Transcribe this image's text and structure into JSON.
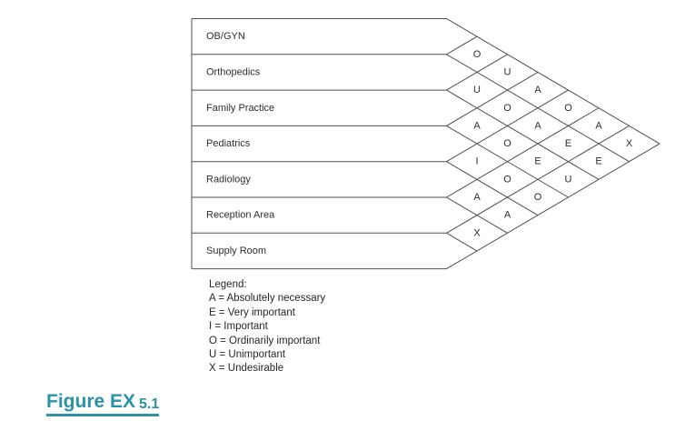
{
  "chart_data": {
    "type": "relationship-diagram",
    "description": "Activity relationship chart (Muther REL chart) of clinic departments",
    "departments": [
      "OB/GYN",
      "Orthopedics",
      "Family Practice",
      "Pediatrics",
      "Radiology",
      "Reception Area",
      "Supply Room"
    ],
    "relationships": [
      {
        "a": "OB/GYN",
        "b": "Orthopedics",
        "value": "O"
      },
      {
        "a": "OB/GYN",
        "b": "Family Practice",
        "value": "U"
      },
      {
        "a": "OB/GYN",
        "b": "Pediatrics",
        "value": "A"
      },
      {
        "a": "OB/GYN",
        "b": "Radiology",
        "value": "O"
      },
      {
        "a": "OB/GYN",
        "b": "Reception Area",
        "value": "A"
      },
      {
        "a": "OB/GYN",
        "b": "Supply Room",
        "value": "X"
      },
      {
        "a": "Orthopedics",
        "b": "Family Practice",
        "value": "U"
      },
      {
        "a": "Orthopedics",
        "b": "Pediatrics",
        "value": "O"
      },
      {
        "a": "Orthopedics",
        "b": "Radiology",
        "value": "A"
      },
      {
        "a": "Orthopedics",
        "b": "Reception Area",
        "value": "E"
      },
      {
        "a": "Orthopedics",
        "b": "Supply Room",
        "value": "E"
      },
      {
        "a": "Family Practice",
        "b": "Pediatrics",
        "value": "A"
      },
      {
        "a": "Family Practice",
        "b": "Radiology",
        "value": "O"
      },
      {
        "a": "Family Practice",
        "b": "Reception Area",
        "value": "E"
      },
      {
        "a": "Family Practice",
        "b": "Supply Room",
        "value": "U"
      },
      {
        "a": "Pediatrics",
        "b": "Radiology",
        "value": "I"
      },
      {
        "a": "Pediatrics",
        "b": "Reception Area",
        "value": "O"
      },
      {
        "a": "Pediatrics",
        "b": "Supply Room",
        "value": "O"
      },
      {
        "a": "Radiology",
        "b": "Reception Area",
        "value": "A"
      },
      {
        "a": "Radiology",
        "b": "Supply Room",
        "value": "A"
      },
      {
        "a": "Reception Area",
        "b": "Supply Room",
        "value": "X"
      }
    ],
    "rating_codes": [
      "A",
      "E",
      "I",
      "O",
      "U",
      "X"
    ]
  },
  "legend": {
    "title": "Legend:",
    "entries": [
      {
        "code": "A",
        "label": "Absolutely necessary"
      },
      {
        "code": "E",
        "label": "Very important"
      },
      {
        "code": "I",
        "label": "Important"
      },
      {
        "code": "O",
        "label": "Ordinarily important"
      },
      {
        "code": "U",
        "label": "Unimportant"
      },
      {
        "code": "X",
        "label": "Undesirable"
      }
    ]
  },
  "caption": {
    "title": "Figure EX",
    "number": "5.1"
  },
  "colors": {
    "line": "#4f4f4f",
    "text": "#2e2e2e",
    "caption": "#2b92a7",
    "background": "#ffffff"
  }
}
